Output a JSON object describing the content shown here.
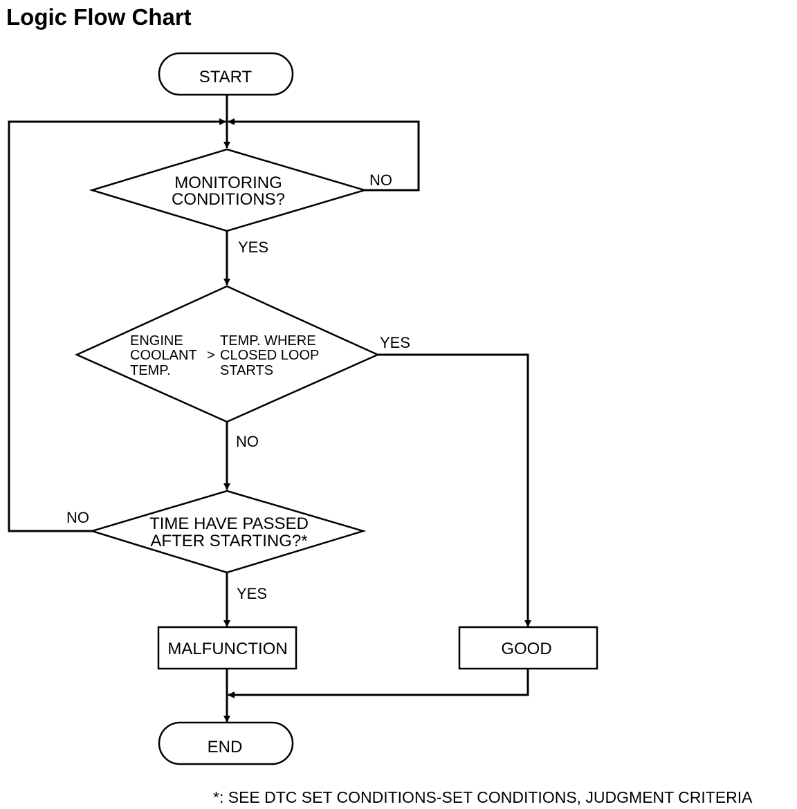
{
  "title": "Logic Flow Chart",
  "nodes": {
    "start": {
      "label": "START"
    },
    "monitoring": {
      "lines": [
        "MONITORING",
        "CONDITIONS?"
      ]
    },
    "coolant": {
      "left_lines": [
        "ENGINE",
        "COOLANT",
        "TEMP."
      ],
      "operator": ">",
      "right_lines": [
        "TEMP. WHERE",
        "CLOSED LOOP",
        "STARTS"
      ]
    },
    "time": {
      "lines": [
        "TIME HAVE PASSED",
        "AFTER STARTING?*"
      ]
    },
    "malfunction": {
      "label": "MALFUNCTION"
    },
    "good": {
      "label": "GOOD"
    },
    "end": {
      "label": "END"
    }
  },
  "edges": {
    "monitoring_no": "NO",
    "monitoring_yes": "YES",
    "coolant_yes": "YES",
    "coolant_no": "NO",
    "time_no": "NO",
    "time_yes": "YES"
  },
  "footnote": "*: SEE DTC SET CONDITIONS-SET CONDITIONS, JUDGMENT CRITERIA"
}
